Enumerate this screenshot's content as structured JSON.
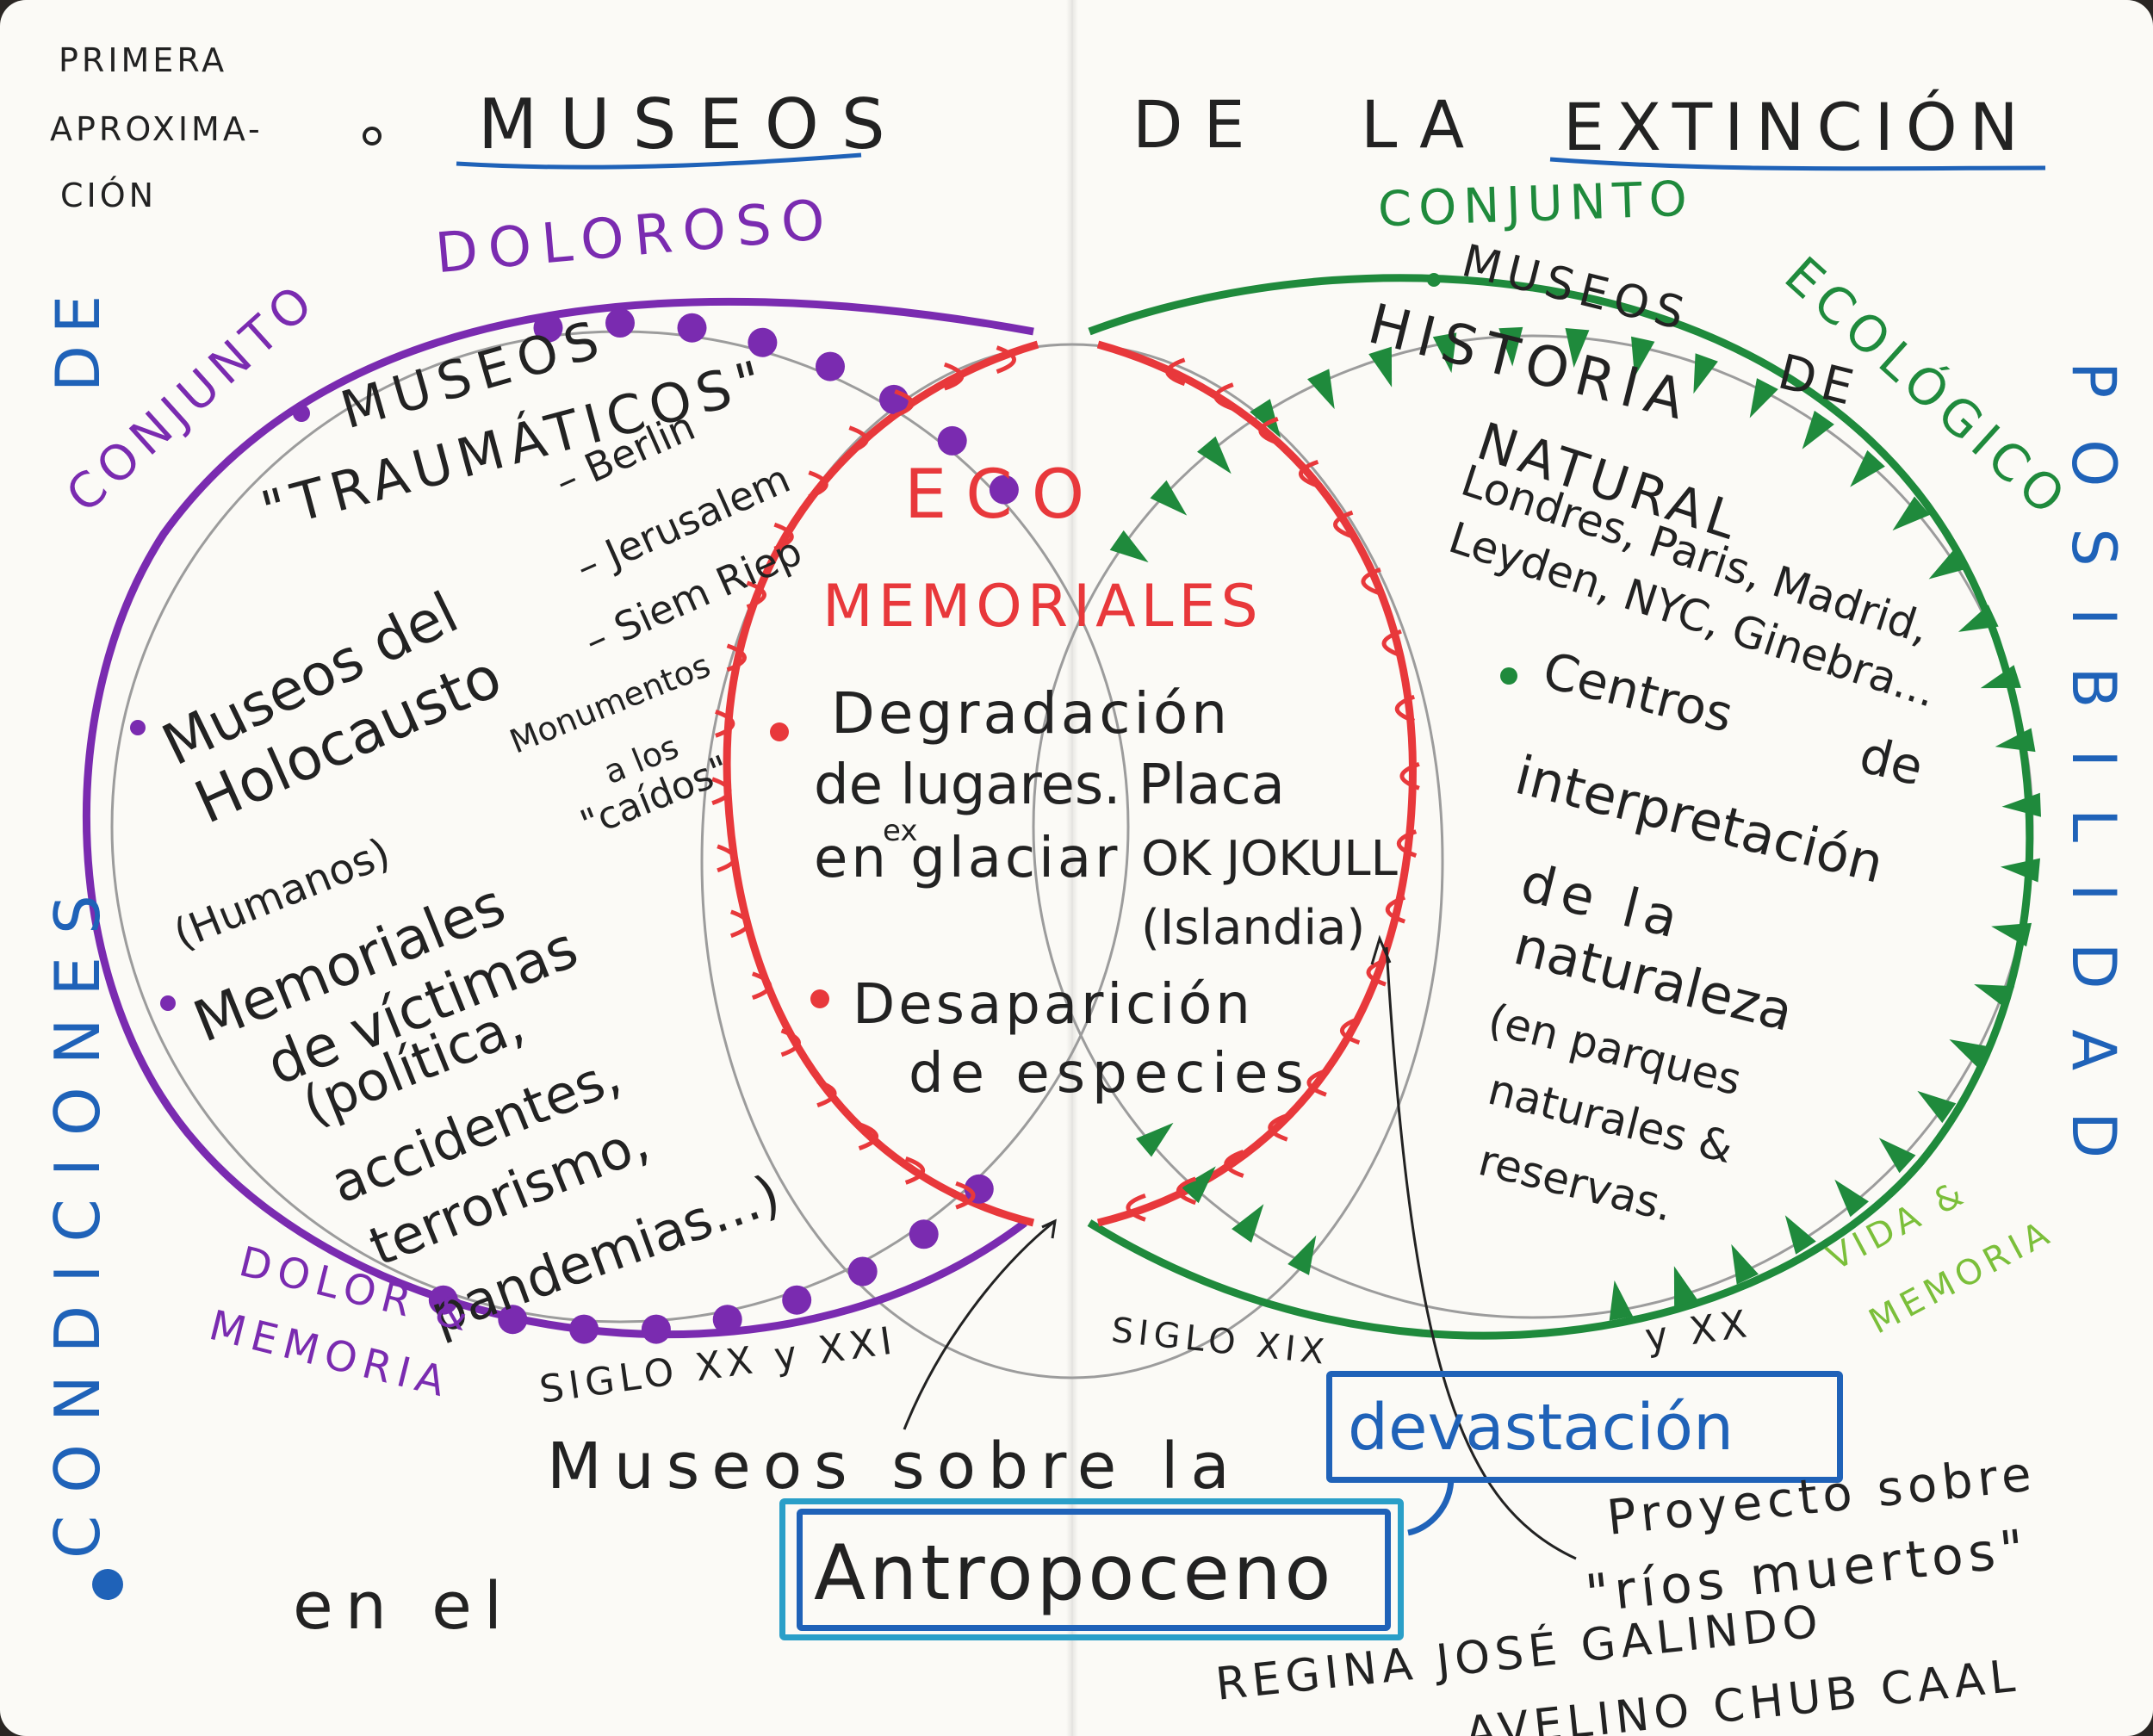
{
  "header": {
    "primera_lines": [
      "PRIMERA",
      "APROXIMA-",
      "CIÓN"
    ],
    "title_part1": "MUSEOS",
    "title_part2": "DE",
    "title_part3": "LA",
    "title_part4": "EXTINCIÓN"
  },
  "side_labels": {
    "left_de": "DE",
    "left_condiciones": "CONDICIONES",
    "right_posibilidad": "POSIBILIDAD"
  },
  "left_set": {
    "title_line1": "CONJUNTO",
    "title_line2": "DOLOROSO",
    "bullet1_line1": "MUSEOS",
    "bullet1_line2": "\"TRAUMÁTICOS\"",
    "museos_del": "Museos del",
    "holocausto": "Holocausto",
    "berlin": "– Berlin",
    "jerusalem": "– Jerusalem",
    "siem_riep": "– Siem Riep",
    "monumentos": "Monumentos",
    "a_los": "a los",
    "caidos": "\"caídos\"",
    "humanos": "(Humanos)",
    "memoriales": "Memoriales",
    "victimas": "de víctimas",
    "politica": "(política,",
    "accidentes": "accidentes,",
    "terrorismo": "terrorismo,",
    "pandemias": "pandemias...)",
    "footer_line1": "DOLOR &",
    "footer_line2": "MEMORIA",
    "siglo": "SIGLO XX y XXI"
  },
  "center_set": {
    "title_line1": "ECO",
    "title_line2": "MEMORIALES",
    "item1_line1": "Degradación",
    "item1_line2": "de lugares. Placa",
    "item1_line3": "en glaciar",
    "item1_ex": "ex",
    "okjokull": "OK JOKULL",
    "islandia": "(Islandia)",
    "item2_line1": "Desaparición",
    "item2_line2": "de especies"
  },
  "right_set": {
    "title_line1": "CONJUNTO",
    "title_line2": "ECOLÓGICO",
    "museos": "MUSEOS",
    "de": "DE",
    "historia": "HISTORIA",
    "natural": "NATURAL",
    "cities1": "Londres, Paris, Madrid,",
    "cities2": "Leyden, NYC, Ginebra...",
    "centros": "Centros",
    "centros_de": "de",
    "interpretacion": "interpretación",
    "de_la": "de la",
    "naturaleza": "naturaleza",
    "parques": "(en parques",
    "naturales": "naturales &",
    "reservas": "reservas.",
    "vida": "VIDA &",
    "memoria": "MEMORIA",
    "siglo_xix": "SIGLO XIX",
    "y_xx": "y XX"
  },
  "bottom": {
    "museos_sobre_la": "Museos sobre la",
    "devastacion": "devastación",
    "en_el": "en el",
    "antropoceno": "Antropoceno",
    "proyecto": "Proyecto sobre",
    "rios_muertos": "\"ríos muertos\"",
    "artist1": "REGINA JOSÉ GALINDO",
    "artist2": "AVELINO CHUB CAAL"
  },
  "colors": {
    "purple": "#7a2bb0",
    "green": "#1f8a3c",
    "red": "#e8383b",
    "blue": "#1f62b8",
    "lightgreen": "#7bbf3a",
    "ink": "#222222"
  }
}
